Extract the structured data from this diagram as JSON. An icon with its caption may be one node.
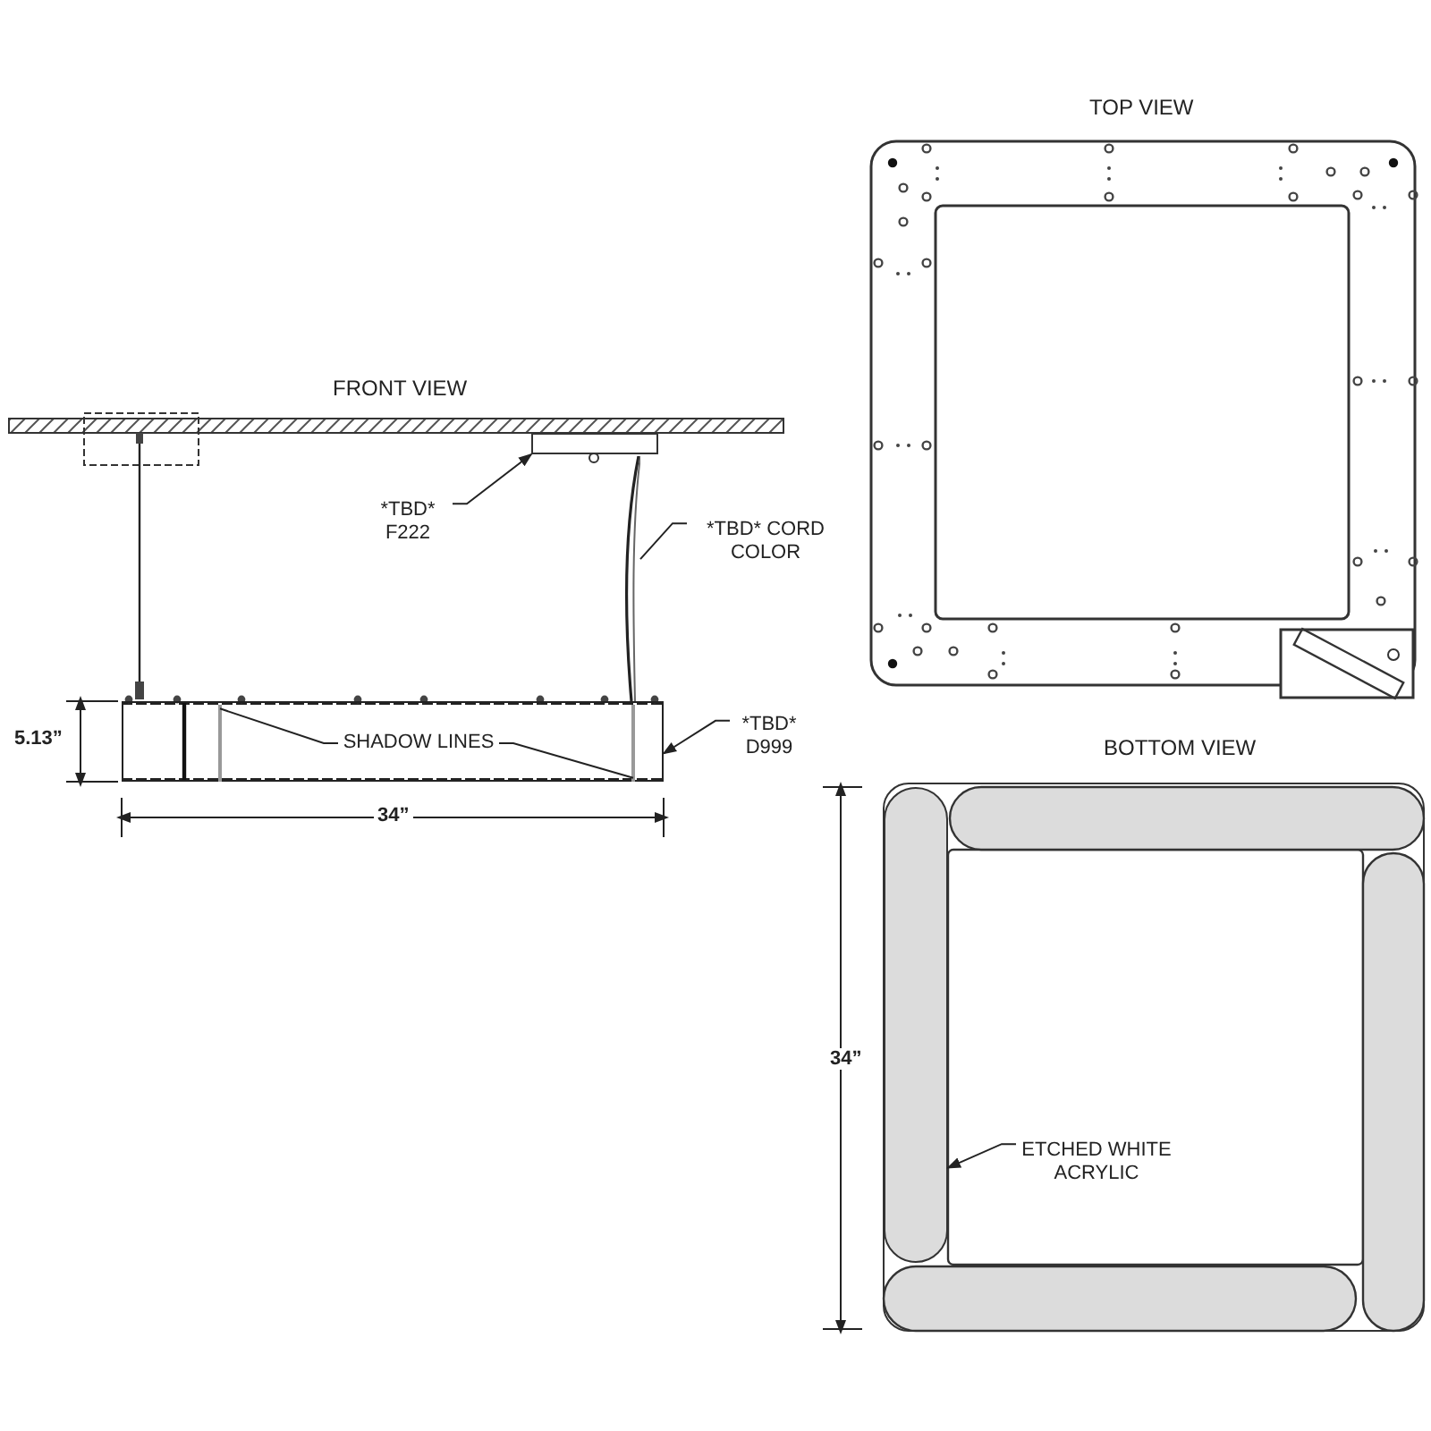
{
  "diagram": {
    "nodes": [
      {
        "text": [
          "*TBD* F222"
        ]
      },
      {
        "text": [],
        "shape": "box"
      },
      {
        "text": [
          "*TBD* CORD COLOR"
        ]
      },
      {
        "text": [],
        "shape": "line"
      },
      {
        "text": [],
        "shape": "box"
      },
      {
        "text": [
          "SHADOW LINES"
        ],
        "in": 4
      },
      {
        "text": [],
        "shape": "line",
        "in": 4
      },
      {
        "text": [],
        "shape": "line",
        "in": 4
      },
      {
        "text": [
          "*TBD* D999"
        ]
      },
      {
        "text": [
          "ETCHED WHITE ACRYLIC"
        ]
      },
      {
        "text": [],
        "shape": "bar"
      }
    ],
    "edges": [
      {
        "from": 0,
        "to": 1,
        "arrow": "to"
      },
      {
        "from": 2,
        "to": 3,
        "arrow": "none"
      },
      {
        "from": 5,
        "to": 6,
        "arrow": "none"
      },
      {
        "from": 5,
        "to": 7,
        "arrow": "none"
      },
      {
        "from": 8,
        "to": 4,
        "arrow": "to"
      },
      {
        "from": 9,
        "to": 10,
        "arrow": "to"
      }
    ],
    "labels": [
      "TOP VIEW",
      "FRONT VIEW",
      "5.13”",
      "BOTTOM VIEW",
      "34”",
      "34”"
    ]
  }
}
